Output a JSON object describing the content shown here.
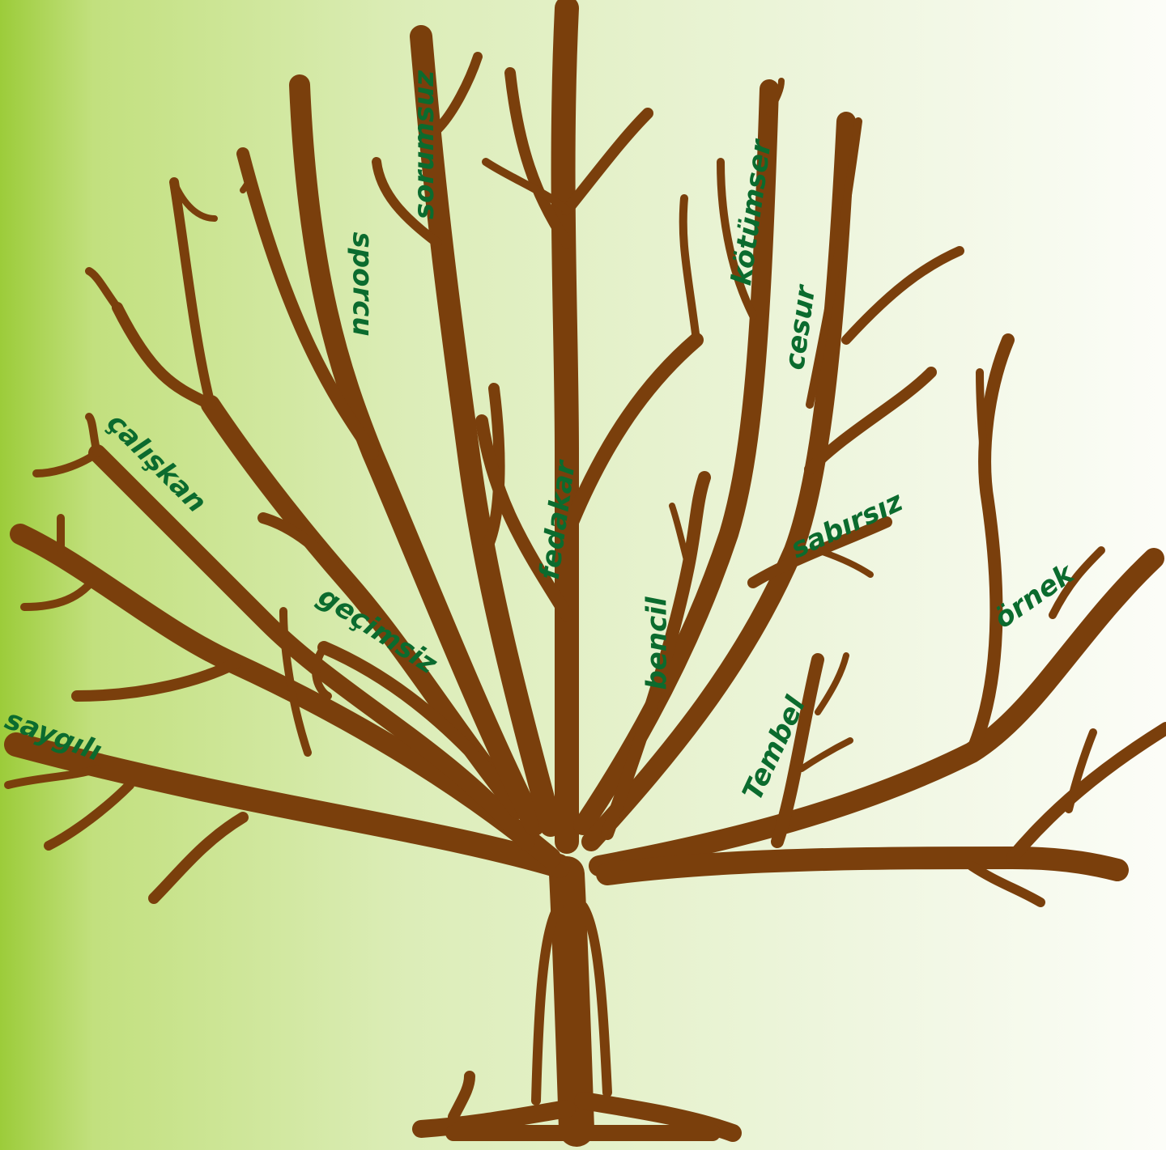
{
  "colors": {
    "text": "#0b6b2e",
    "trunk": "#7a3f0c",
    "background_left": "#9ccc3a",
    "background_right": "#fcfdf8"
  },
  "words": [
    {
      "id": "sorumsuz",
      "text": "sorumsuz"
    },
    {
      "id": "sporcu",
      "text": "sporcu"
    },
    {
      "id": "kotumser",
      "text": "kötümser"
    },
    {
      "id": "cesur",
      "text": "cesur"
    },
    {
      "id": "caliskan",
      "text": "çalışkan"
    },
    {
      "id": "fedakar",
      "text": "fedakar"
    },
    {
      "id": "sabirsiz",
      "text": "sabırsız"
    },
    {
      "id": "gecimsiz",
      "text": "geçimsiz"
    },
    {
      "id": "ornek",
      "text": "örnek"
    },
    {
      "id": "bencil",
      "text": "bencil"
    },
    {
      "id": "saygili",
      "text": "saygılı"
    },
    {
      "id": "tembel",
      "text": "Tembel"
    }
  ]
}
